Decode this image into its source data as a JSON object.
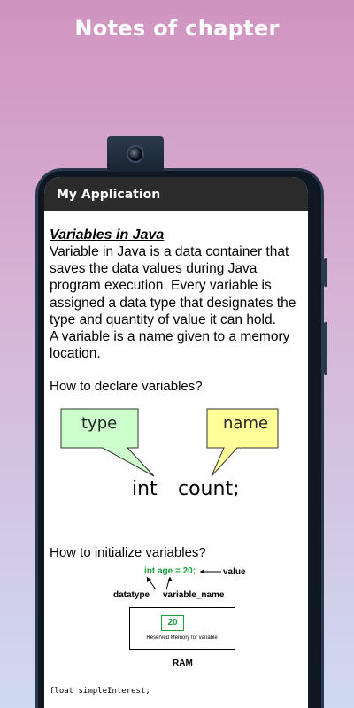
{
  "banner": {
    "title": "Notes of chapter"
  },
  "app_bar": {
    "title": "My Application"
  },
  "content": {
    "section_title": "Variables in Java",
    "paragraph1": "Variable in Java is a data container that saves the data values during Java program execution. Every variable is assigned a data type that designates the type and quantity of value it can hold.",
    "paragraph2": "A variable is a name given to a memory location.",
    "declare_question": "How to declare variables?",
    "declare_diagram": {
      "type_label": "type",
      "name_label": "name",
      "code_type": "int",
      "code_name": "count;",
      "type_color": "#ccffcc",
      "name_color": "#ffff99"
    },
    "init_question": "How to initialize variables?",
    "init_diagram": {
      "code": "int age = 20;",
      "value_label": "value",
      "datatype_label": "datatype",
      "variable_label": "variable_name",
      "memory_value": "20",
      "memory_caption": "Reserved Memory for variable",
      "ram_label": "RAM",
      "accent": "#1aa13c"
    },
    "code_snippet": "float simpleInterest;"
  }
}
